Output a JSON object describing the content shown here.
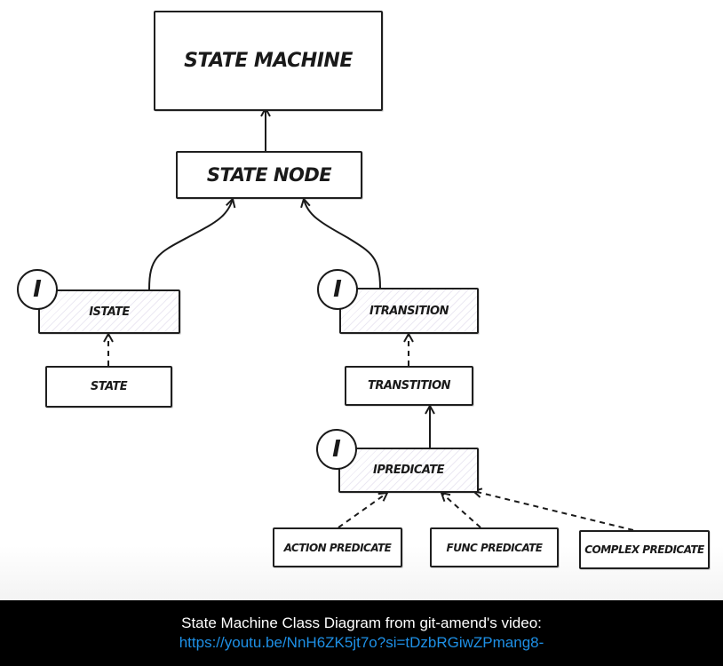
{
  "diagram": {
    "nodes": {
      "state_machine": "STATE MACHINE",
      "state_node": "STATE NODE",
      "istate": "ISTATE",
      "state": "STATE",
      "itransition": "ITRANSITION",
      "transtition": "TRANSTITION",
      "ipredicate": "IPREDICATE",
      "action_predicate": "ACTION PREDICATE",
      "func_predicate": "FUNC PREDICATE",
      "complex_predicate": "COMPLEX PREDICATE"
    },
    "interface_badge": "I"
  },
  "caption": {
    "title": "State Machine Class Diagram from git-amend's video:",
    "link": "https://youtu.be/NnH6ZK5jt7o?si=tDzbRGiwZPmang8-"
  }
}
